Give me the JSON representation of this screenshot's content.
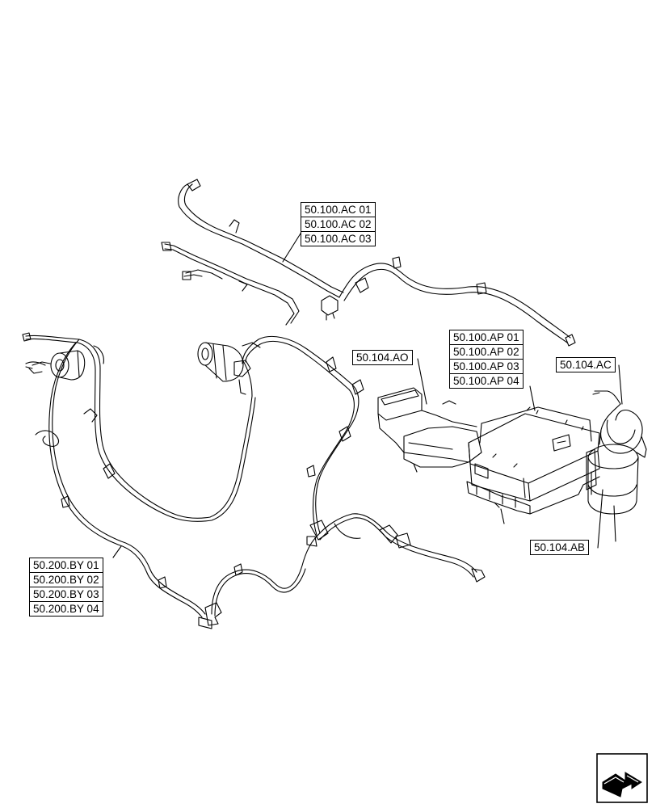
{
  "callouts": {
    "ac_group": [
      "50.100.AC 01",
      "50.100.AC 02",
      "50.100.AC 03"
    ],
    "ap_group": [
      "50.100.AP 01",
      "50.100.AP 02",
      "50.100.AP 03",
      "50.100.AP 04"
    ],
    "ao": "50.104.AO",
    "ac_single": "50.104.AC",
    "ab": "50.104.AB",
    "by_group": [
      "50.200.BY 01",
      "50.200.BY 02",
      "50.200.BY 03",
      "50.200.BY 04"
    ]
  },
  "icons": {
    "nav": "next-page-arrow-icon"
  },
  "colors": {
    "line": "#000000",
    "background": "#ffffff"
  }
}
